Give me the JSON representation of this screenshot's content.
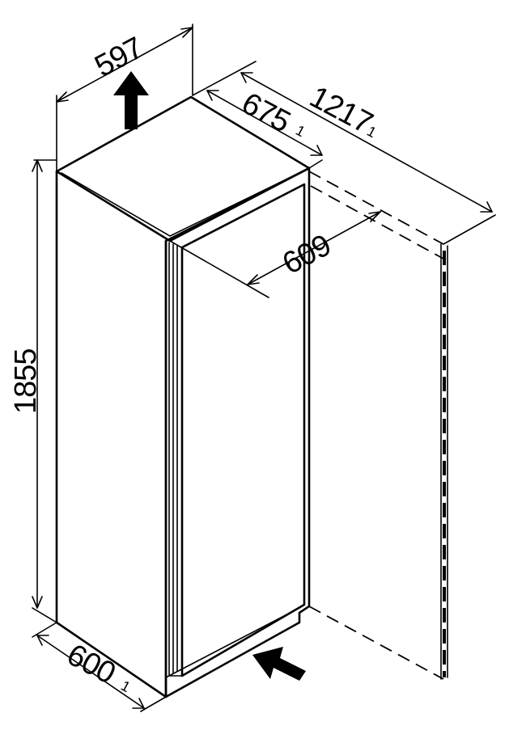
{
  "dimensions": {
    "width_top": {
      "value": "597"
    },
    "depth_door": {
      "value": "675",
      "note": "1"
    },
    "depth_open": {
      "value": "1217",
      "note": "1"
    },
    "depth_body": {
      "value": "609"
    },
    "height": {
      "value": "1855"
    },
    "width_bottom": {
      "value": "600",
      "note": "1"
    }
  },
  "colors": {
    "line": "#000000",
    "background": "#ffffff"
  },
  "icons": {
    "ventilation_top": "arrow-up-icon",
    "ventilation_bottom": "arrow-left-icon"
  }
}
